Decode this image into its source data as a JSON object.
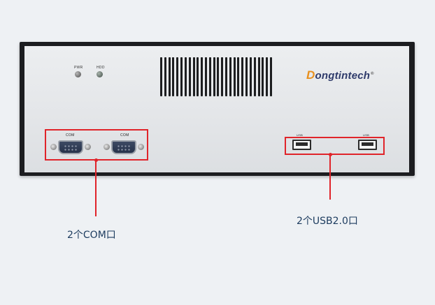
{
  "device": {
    "led_labels": [
      "PWR",
      "HDD"
    ],
    "brand_initial": "D",
    "brand_rest": "ongtintech",
    "trademark": "®",
    "com_labels": [
      "COM",
      "COM"
    ],
    "usb_labels": [
      "USB",
      "USB"
    ]
  },
  "callouts": {
    "com": "2个COM口",
    "usb": "2个USB2.0口"
  },
  "colors": {
    "highlight": "#e0242a",
    "callout_text": "#1c3b5e",
    "brand_accent": "#e8901e",
    "brand_main": "#2f3b6b"
  }
}
